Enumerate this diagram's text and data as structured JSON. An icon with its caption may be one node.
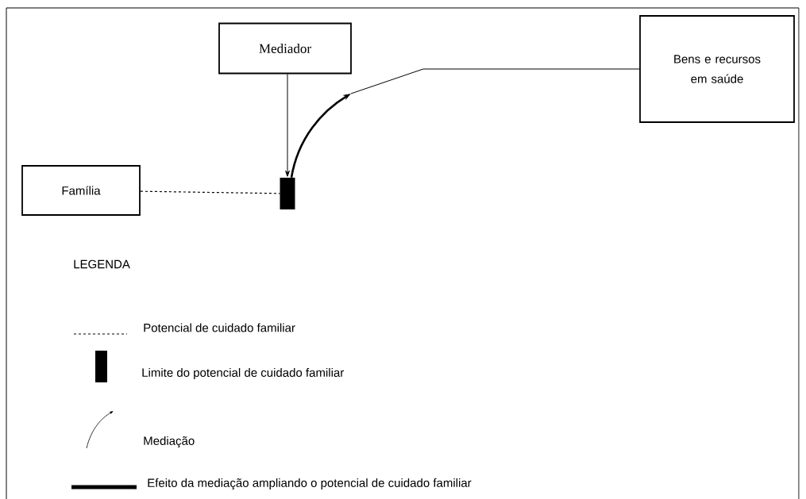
{
  "diagram": {
    "nodes": [
      {
        "text": [
          "Mediador"
        ]
      },
      {
        "text": [
          "Bens e recursos em saúde"
        ]
      },
      {
        "text": [
          "Família"
        ]
      },
      {
        "text": [],
        "shape": "bar"
      }
    ],
    "edges": [
      {
        "from": 2,
        "to": 3,
        "arrow": "none",
        "style": "dashed"
      },
      {
        "from": 0,
        "to": 3,
        "arrow": "to"
      },
      {
        "from": 3,
        "to": null,
        "arrow": "to",
        "style": "thick"
      },
      {
        "from": null,
        "to": 1,
        "arrow": "none"
      }
    ],
    "labels": [
      "LEGENDA"
    ],
    "legend": [
      {
        "text": "Potencial de cuidado familiar"
      },
      {
        "text": "Limite do potencial de cuidado familiar"
      },
      {
        "text": "Mediação"
      },
      {
        "text": "Efeito da mediação ampliando o potencial de cuidado familiar"
      }
    ]
  }
}
